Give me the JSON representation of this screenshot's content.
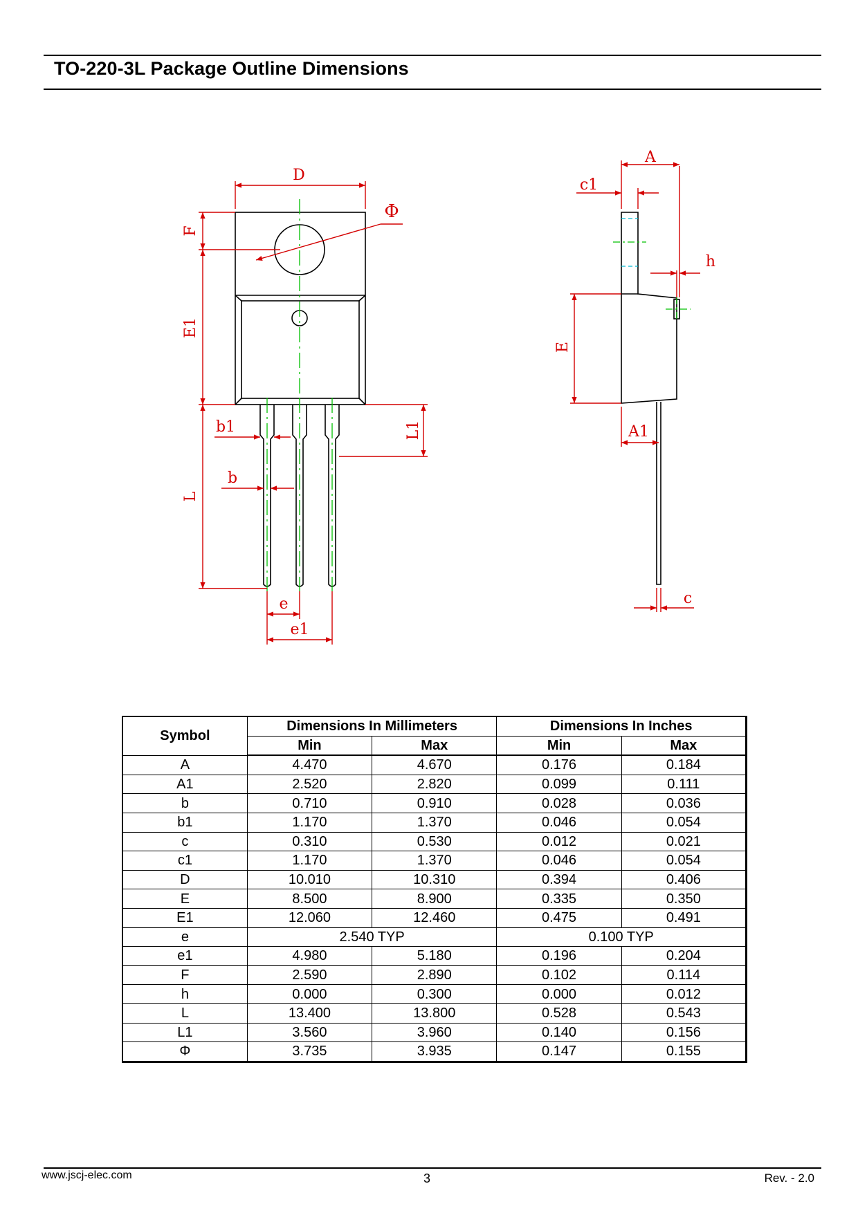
{
  "page_title": "TO-220-3L Package Outline Dimensions",
  "drawing": {
    "front_labels": [
      "D",
      "Φ",
      "F",
      "E1",
      "b1",
      "b",
      "L",
      "L1",
      "e",
      "e1"
    ],
    "side_labels": [
      "A",
      "c1",
      "h",
      "E",
      "A1",
      "c"
    ]
  },
  "table": {
    "symbol_header": "Symbol",
    "mm_header": "Dimensions In Millimeters",
    "inch_header": "Dimensions In Inches",
    "min_label": "Min",
    "max_label": "Max",
    "rows": [
      {
        "symbol": "A",
        "mm_min": "4.470",
        "mm_max": "4.670",
        "in_min": "0.176",
        "in_max": "0.184"
      },
      {
        "symbol": "A1",
        "mm_min": "2.520",
        "mm_max": "2.820",
        "in_min": "0.099",
        "in_max": "0.111"
      },
      {
        "symbol": "b",
        "mm_min": "0.710",
        "mm_max": "0.910",
        "in_min": "0.028",
        "in_max": "0.036"
      },
      {
        "symbol": "b1",
        "mm_min": "1.170",
        "mm_max": "1.370",
        "in_min": "0.046",
        "in_max": "0.054"
      },
      {
        "symbol": "c",
        "mm_min": "0.310",
        "mm_max": "0.530",
        "in_min": "0.012",
        "in_max": "0.021"
      },
      {
        "symbol": "c1",
        "mm_min": "1.170",
        "mm_max": "1.370",
        "in_min": "0.046",
        "in_max": "0.054"
      },
      {
        "symbol": "D",
        "mm_min": "10.010",
        "mm_max": "10.310",
        "in_min": "0.394",
        "in_max": "0.406"
      },
      {
        "symbol": "E",
        "mm_min": "8.500",
        "mm_max": "8.900",
        "in_min": "0.335",
        "in_max": "0.350"
      },
      {
        "symbol": "E1",
        "mm_min": "12.060",
        "mm_max": "12.460",
        "in_min": "0.475",
        "in_max": "0.491"
      },
      {
        "symbol": "e",
        "mm_typ": "2.540 TYP",
        "in_typ": "0.100 TYP"
      },
      {
        "symbol": "e1",
        "mm_min": "4.980",
        "mm_max": "5.180",
        "in_min": "0.196",
        "in_max": "0.204"
      },
      {
        "symbol": "F",
        "mm_min": "2.590",
        "mm_max": "2.890",
        "in_min": "0.102",
        "in_max": "0.114"
      },
      {
        "symbol": "h",
        "mm_min": "0.000",
        "mm_max": "0.300",
        "in_min": "0.000",
        "in_max": "0.012"
      },
      {
        "symbol": "L",
        "mm_min": "13.400",
        "mm_max": "13.800",
        "in_min": "0.528",
        "in_max": "0.543"
      },
      {
        "symbol": "L1",
        "mm_min": "3.560",
        "mm_max": "3.960",
        "in_min": "0.140",
        "in_max": "0.156"
      },
      {
        "symbol": "Φ",
        "mm_min": "3.735",
        "mm_max": "3.935",
        "in_min": "0.147",
        "in_max": "0.155"
      }
    ]
  },
  "footer": {
    "website": "www.jscj-elec.com",
    "page_number": "3",
    "revision": "Rev. - 2.0"
  },
  "colors": {
    "dimension": "#d40000",
    "centerline": "#00c000",
    "hidden": "#00b8d0",
    "outline": "#000000"
  }
}
